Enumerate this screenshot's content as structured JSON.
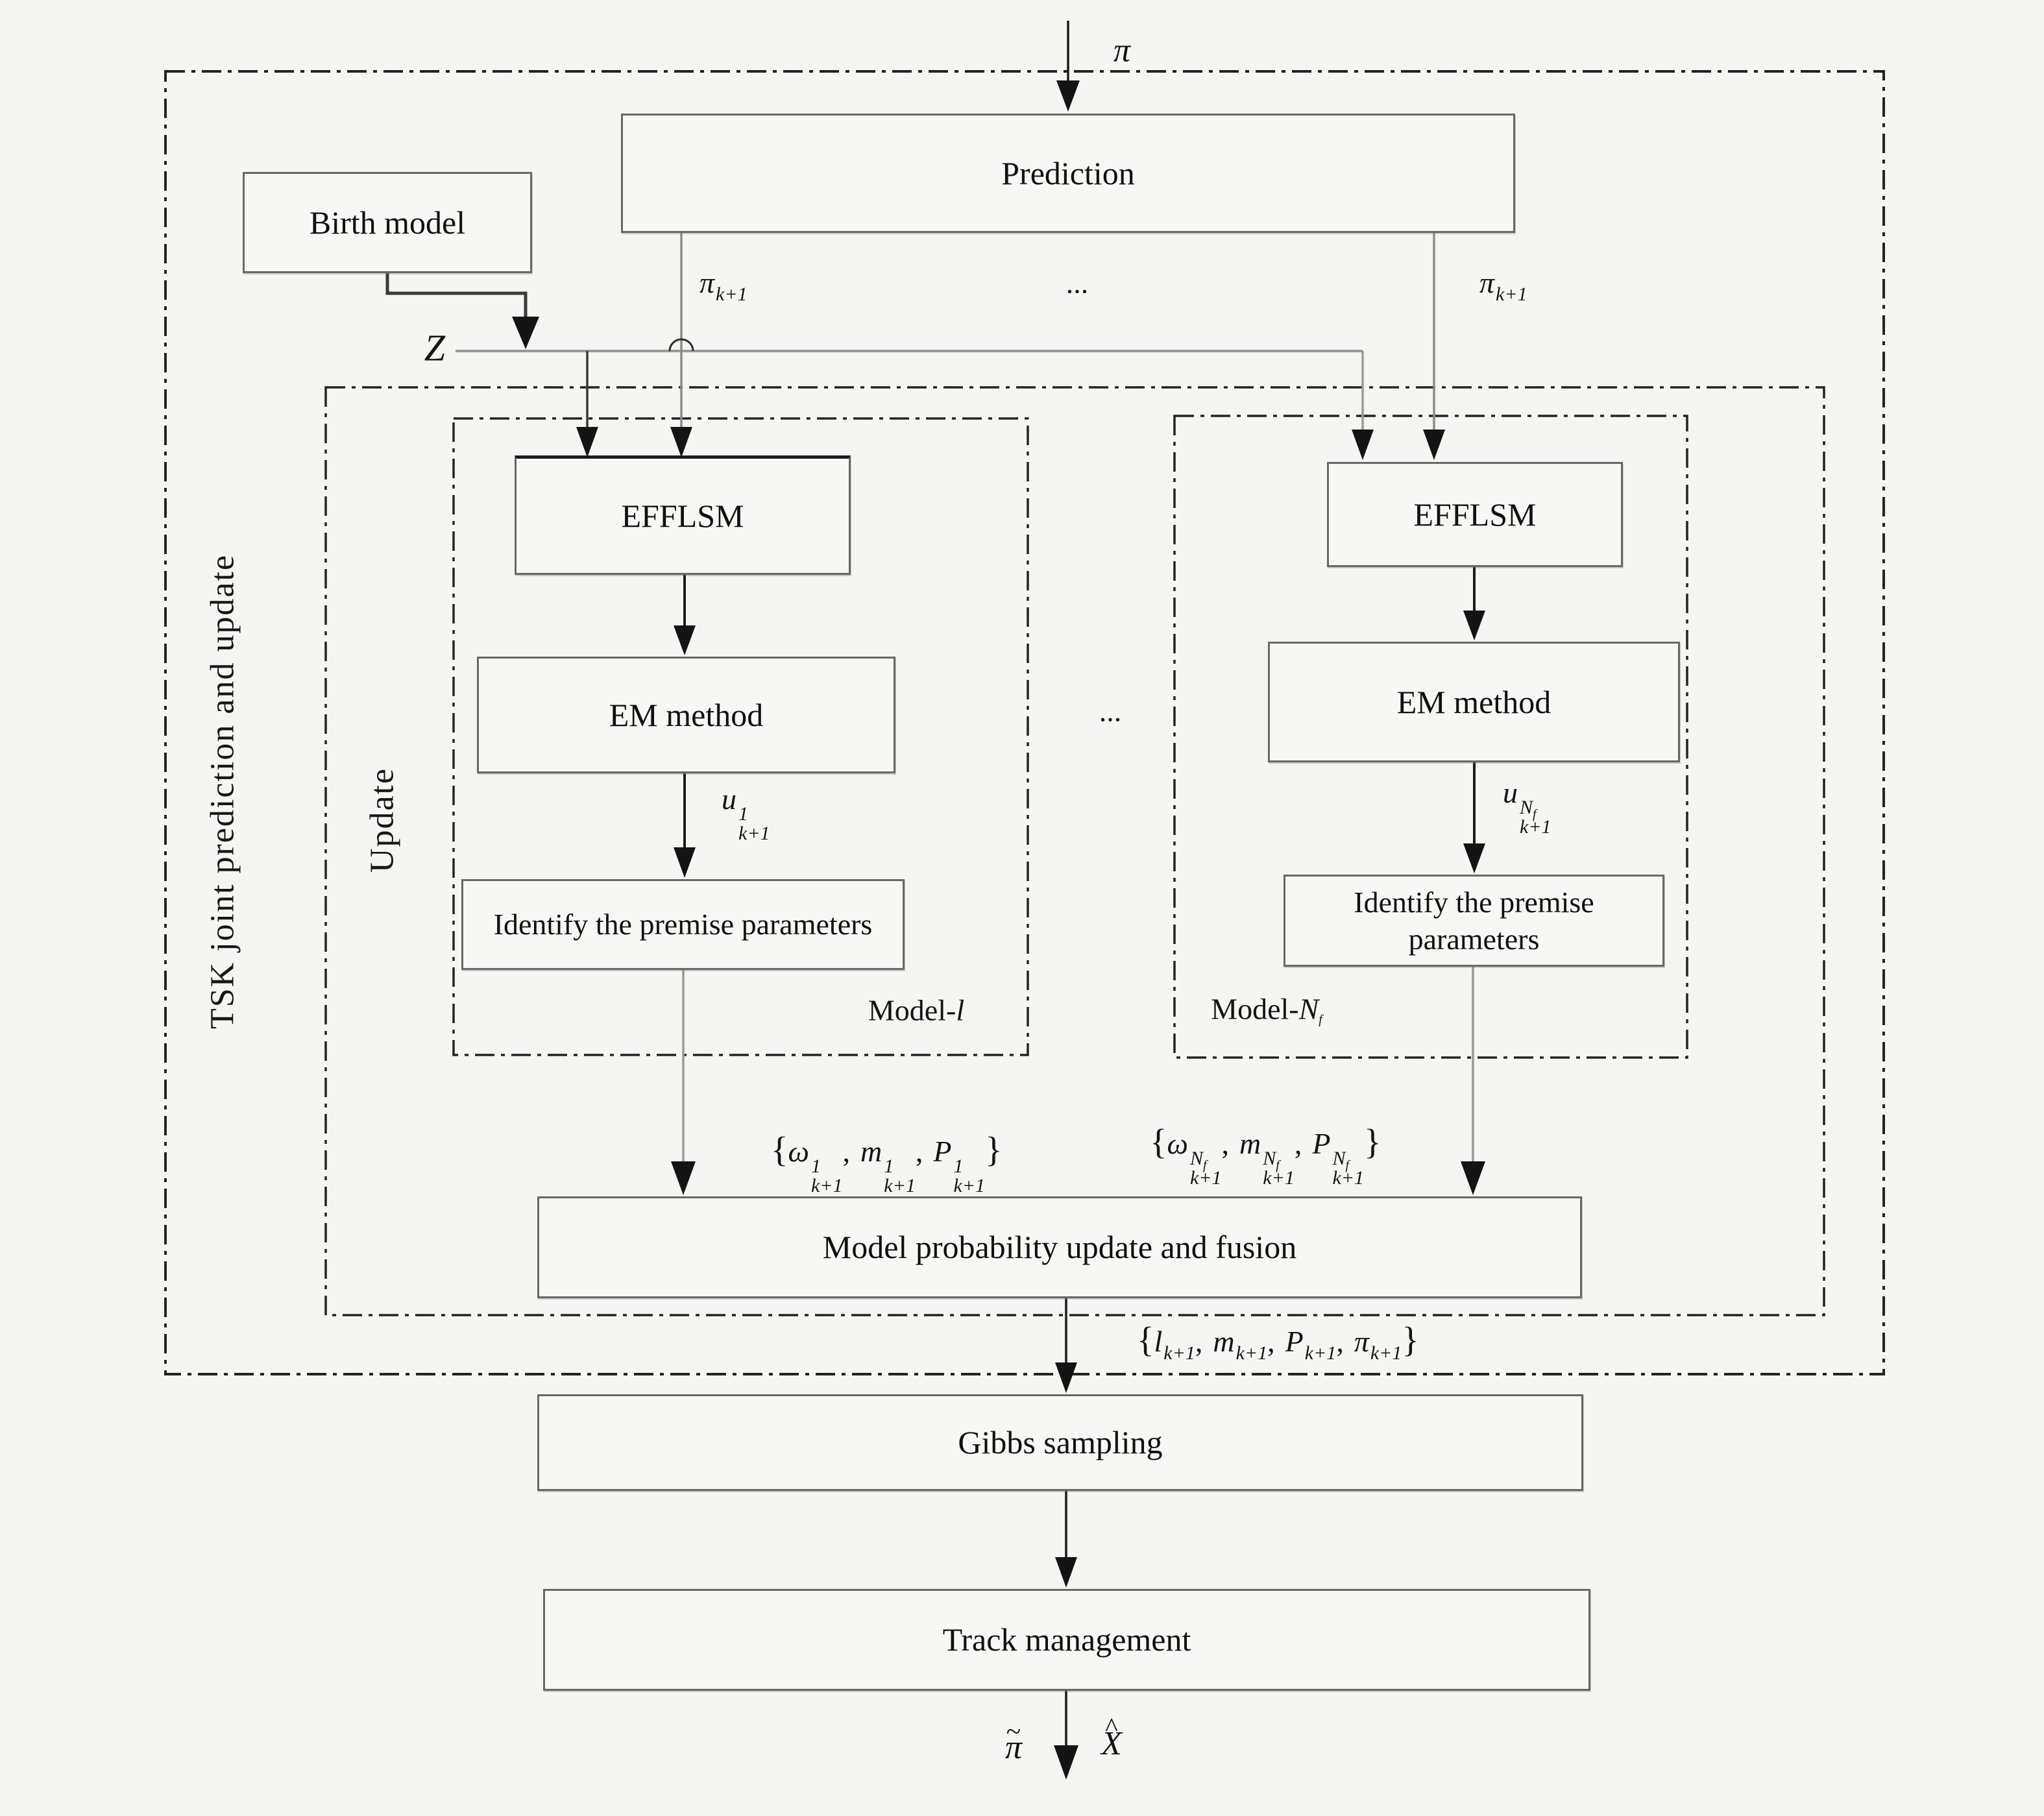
{
  "boxes": {
    "prediction": "Prediction",
    "birth_model": "Birth model",
    "efflsm": "EFFLSM",
    "em_method": "EM method",
    "identify": "Identify the premise parameters",
    "fusion": "Model probability update and fusion",
    "gibbs": "Gibbs sampling",
    "track": "Track management"
  },
  "labels": {
    "pi_top": "π",
    "z": "Z",
    "dots_top": "...",
    "dots_mid": "...",
    "pi_k1": {
      "base": "π",
      "sub": "k+1"
    },
    "u_left": {
      "base": "u",
      "sup": "1",
      "sub": "k+1"
    },
    "u_right": {
      "base": "u",
      "sup_base": "N",
      "sup_sub": "f",
      "sub": "k+1"
    },
    "set_left": {
      "open": "{",
      "items": [
        "ω",
        "m",
        "P"
      ],
      "sup": "1",
      "sub": "k+1",
      "sep": ",",
      "close": "}"
    },
    "set_right": {
      "open": "{",
      "items": [
        "ω",
        "m",
        "P"
      ],
      "sup_base": "N",
      "sup_sub": "f",
      "sub": "k+1",
      "sep": ",",
      "close": "}"
    },
    "fusion_out": {
      "open": "{",
      "items": [
        "l",
        "m",
        "P",
        "π"
      ],
      "sub": "k+1",
      "sep": ",",
      "close": "}"
    },
    "pi_tilde": {
      "accent": "~",
      "base": "π"
    },
    "x_hat": {
      "accent": "^",
      "base": "X"
    },
    "model_left": {
      "prefix": "Model-",
      "var": "l"
    },
    "model_right": {
      "prefix": "Model-",
      "var": "N",
      "var_sub": "f"
    },
    "update_region": "Update",
    "tsk_region": "TSK joint prediction and update"
  }
}
